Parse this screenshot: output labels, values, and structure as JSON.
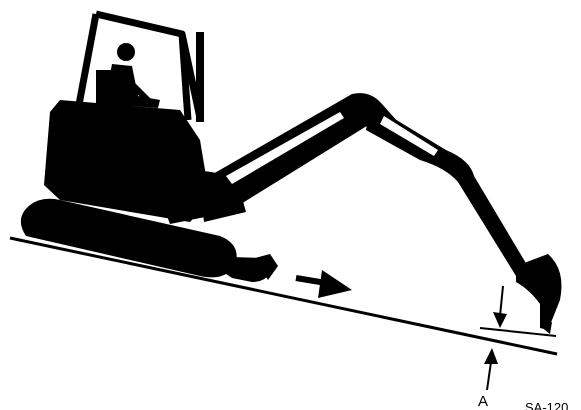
{
  "diagram": {
    "callout_label": "A",
    "figure_code": "SA-120"
  },
  "colors": {
    "ink": "#000000",
    "background": "#ffffff"
  },
  "icons": {
    "operator": "operator-silhouette",
    "travel_direction": "arrow-right-icon"
  }
}
